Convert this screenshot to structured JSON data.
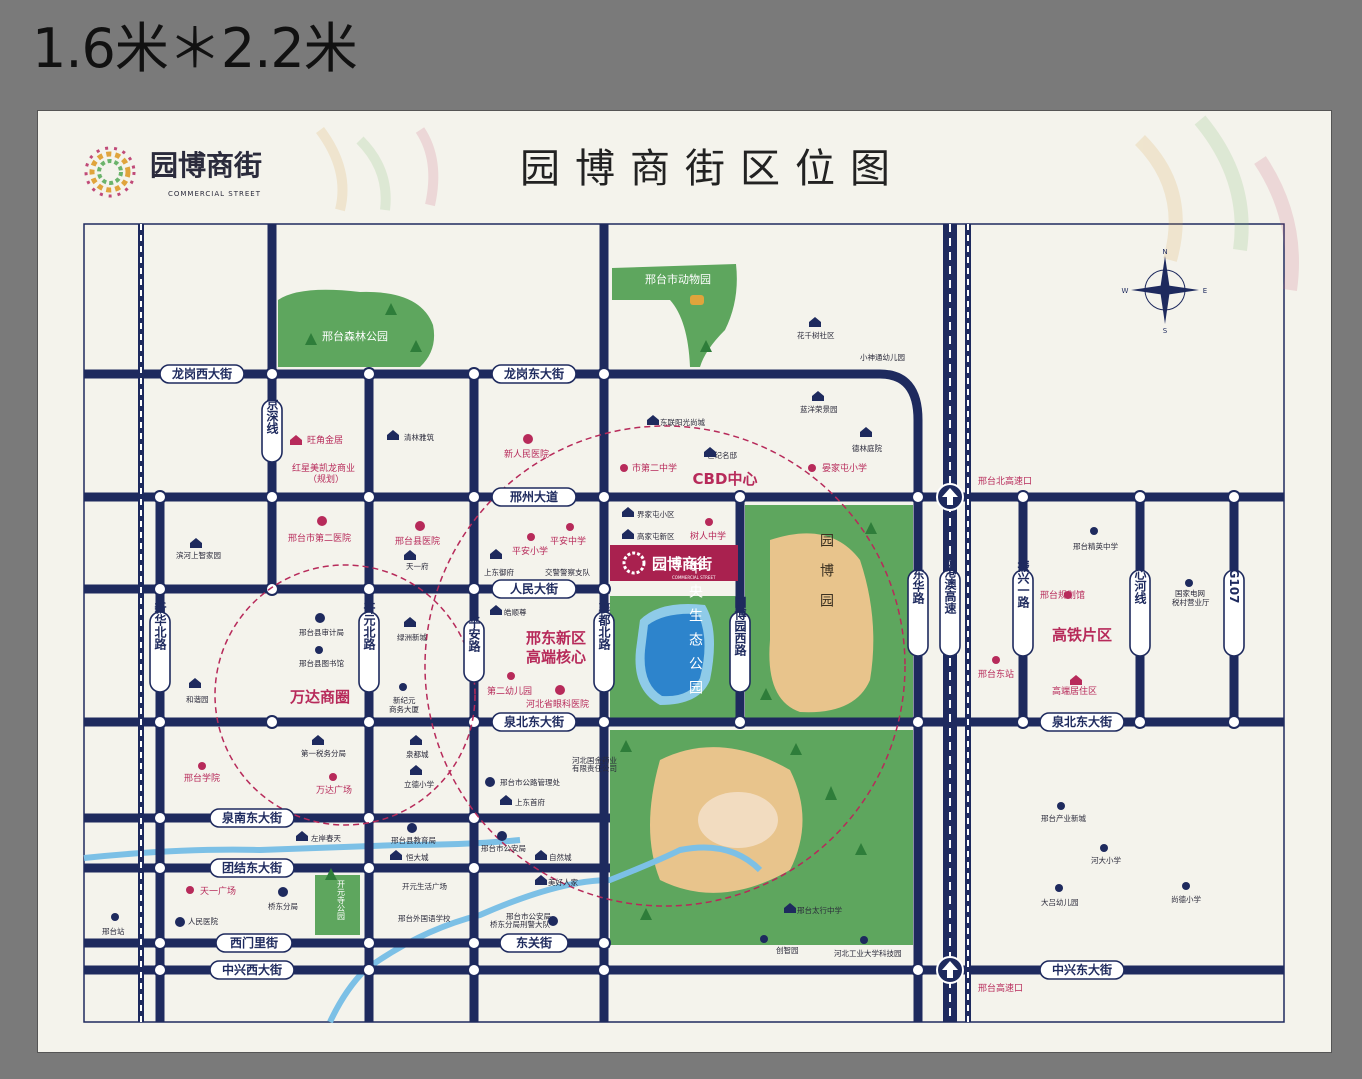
{
  "header": {
    "size_label": "1.6米＊2.2米",
    "title": "园博商街区位图",
    "logo_text": "园博商街",
    "logo_sub": "COMMERCIAL STREET"
  },
  "colors": {
    "road": "#1e2a5e",
    "park": "#5ea65e",
    "sand": "#e8c48c",
    "lake": "#2d84cc",
    "accent": "#b72a5a"
  },
  "streets_h": [
    {
      "label": "龙岗西大街"
    },
    {
      "label": "龙岗东大街"
    },
    {
      "label": "邢州大道"
    },
    {
      "label": "人民大街"
    },
    {
      "label": "泉北东大街"
    },
    {
      "label": "泉北东大街"
    },
    {
      "label": "泉南东大街"
    },
    {
      "label": "团结东大街"
    },
    {
      "label": "西门里街"
    },
    {
      "label": "东关街"
    },
    {
      "label": "中兴西大街"
    },
    {
      "label": "中兴东大街"
    }
  ],
  "streets_v": [
    {
      "label": "京深线"
    },
    {
      "label": "新华北路"
    },
    {
      "label": "开元北路"
    },
    {
      "label": "平安路"
    },
    {
      "label": "襄都北路"
    },
    {
      "label": "园博园西路"
    },
    {
      "label": "东华路"
    },
    {
      "label": "京港澳高速"
    },
    {
      "label": "振兴一路"
    },
    {
      "label": "心河线"
    },
    {
      "label": "G107"
    }
  ],
  "areas": {
    "forest_park": "邢台森林公园",
    "zoo": "邢台市动物园",
    "cbd": "CBD中心",
    "core": "邢东新区高端核心",
    "core_line1": "邢东新区",
    "core_line2": "高端核心",
    "wanda": "万达商圈",
    "hsr": "高铁片区",
    "central_park": "中央生态公园",
    "expo": "园博园",
    "kaiyuan_park": "开元寺公园",
    "highway_n": "邢台北高速口",
    "highway_s": "邢台高速口"
  },
  "pois": [
    {
      "label": "花千树社区"
    },
    {
      "label": "小神通幼儿园"
    },
    {
      "label": "东联阳光尚城"
    },
    {
      "label": "蓝洋荣景园"
    },
    {
      "label": "世纪名邸"
    },
    {
      "label": "德林庭院"
    },
    {
      "label": "新人民医院"
    },
    {
      "label": "市第二中学"
    },
    {
      "label": "晏家屯小学"
    },
    {
      "label": "旺角金居"
    },
    {
      "label": "清林雅筑"
    },
    {
      "label": "红星美凯龙商业"
    },
    {
      "label": "（规划）"
    },
    {
      "label": "邢台市第二医院"
    },
    {
      "label": "邢台县医院"
    },
    {
      "label": "滨河上智家园"
    },
    {
      "label": "天一府"
    },
    {
      "label": "平安中学"
    },
    {
      "label": "平安小学"
    },
    {
      "label": "上东御府"
    },
    {
      "label": "交警警察支队"
    },
    {
      "label": "界家屯小区"
    },
    {
      "label": "高家屯新区"
    },
    {
      "label": "树人中学"
    },
    {
      "label": "邢台县审计局"
    },
    {
      "label": "邢台县图书馆"
    },
    {
      "label": "绿洲新城"
    },
    {
      "label": "皓顺尊"
    },
    {
      "label": "和谐园"
    },
    {
      "label": "新纪元"
    },
    {
      "label": "商务大厦"
    },
    {
      "label": "第二幼儿园"
    },
    {
      "label": "河北省眼科医院"
    },
    {
      "label": "第一税务分局"
    },
    {
      "label": "泉都城"
    },
    {
      "label": "立德小学"
    },
    {
      "label": "河北国金药业"
    },
    {
      "label": "有限责任公司"
    },
    {
      "label": "邢台学院"
    },
    {
      "label": "万达广场"
    },
    {
      "label": "邢台市公路管理处"
    },
    {
      "label": "上东首府"
    },
    {
      "label": "左岸春天"
    },
    {
      "label": "邢台县教育局"
    },
    {
      "label": "邢台市公安局"
    },
    {
      "label": "恒大城"
    },
    {
      "label": "自然城"
    },
    {
      "label": "天一广场"
    },
    {
      "label": "开元生活广场"
    },
    {
      "label": "美好人家"
    },
    {
      "label": "桥东分局"
    },
    {
      "label": "邢台外国语学校"
    },
    {
      "label": "邢台市公安局"
    },
    {
      "label": "桥东分局刑警大队"
    },
    {
      "label": "人民医院"
    },
    {
      "label": "邢台站"
    },
    {
      "label": "邢台太行中学"
    },
    {
      "label": "创智园"
    },
    {
      "label": "河北工业大学科技园"
    },
    {
      "label": "邢台精英中学"
    },
    {
      "label": "邢台规划馆"
    },
    {
      "label": "国家电网"
    },
    {
      "label": "税村营业厅"
    },
    {
      "label": "邢台东站"
    },
    {
      "label": "高端居住区"
    },
    {
      "label": "邢台产业新城"
    },
    {
      "label": "河大小学"
    },
    {
      "label": "大吕幼儿园"
    },
    {
      "label": "尚德小学"
    }
  ],
  "compass": {
    "n": "N",
    "s": "S",
    "e": "E",
    "w": "W"
  }
}
